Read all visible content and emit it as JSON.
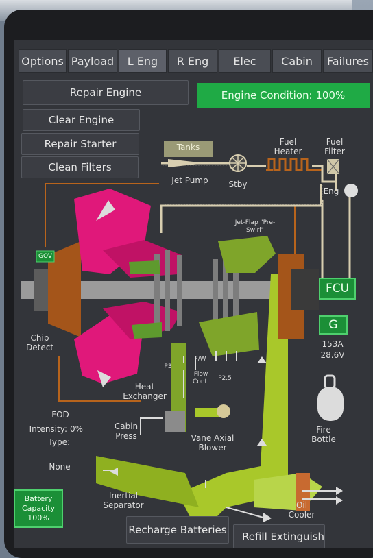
{
  "tabs": [
    "Options",
    "Payload",
    "L Eng",
    "R Eng",
    "Elec",
    "Cabin",
    "Failures"
  ],
  "active_tab": "L Eng",
  "buttons": {
    "repair_engine": "Repair Engine",
    "clear_engine": "Clear Engine",
    "repair_starter": "Repair Starter",
    "clean_filters": "Clean Filters",
    "recharge_batteries": "Recharge Batteries",
    "refill_extinguisher": "Refill Extinguisher"
  },
  "status": {
    "engine_condition": "Engine Condition: 100%",
    "battery_label": "Battery Capacity 100%"
  },
  "diagram": {
    "tanks": "Tanks",
    "jet_pump": "Jet Pump",
    "stby": "Stby",
    "fuel_heater": "Fuel Heater",
    "fuel_filter": "Fuel Filter",
    "eng": "Eng",
    "jet_flap": "Jet-Flap \"Pre-Swirl\"",
    "gov": "GOV",
    "fcu": "FCU",
    "g": "G",
    "generator_amps": "153A",
    "generator_volts": "28.6V",
    "chip_detect": "Chip Detect",
    "p3": "P3",
    "fw": "F/W",
    "flow_cont": "Flow Cont.",
    "p25": "P2.5",
    "heat_exchanger": "Heat Exchanger",
    "cabin_press": "Cabin Press",
    "vane_axial_blower": "Vane Axial Blower",
    "fire_bottle": "Fire Bottle",
    "inertial_separator": "Inertial Separator",
    "oil_cooler": "Oil Cooler"
  },
  "fod": {
    "title": "FOD",
    "intensity_label": "Intensity:",
    "intensity_value": "0%",
    "type_label": "Type:",
    "type_value": "None"
  },
  "colors": {
    "magenta": "#e0187a",
    "yellow_green": "#a9c82a",
    "orange": "#b8641c",
    "status_green": "#1faa45"
  }
}
